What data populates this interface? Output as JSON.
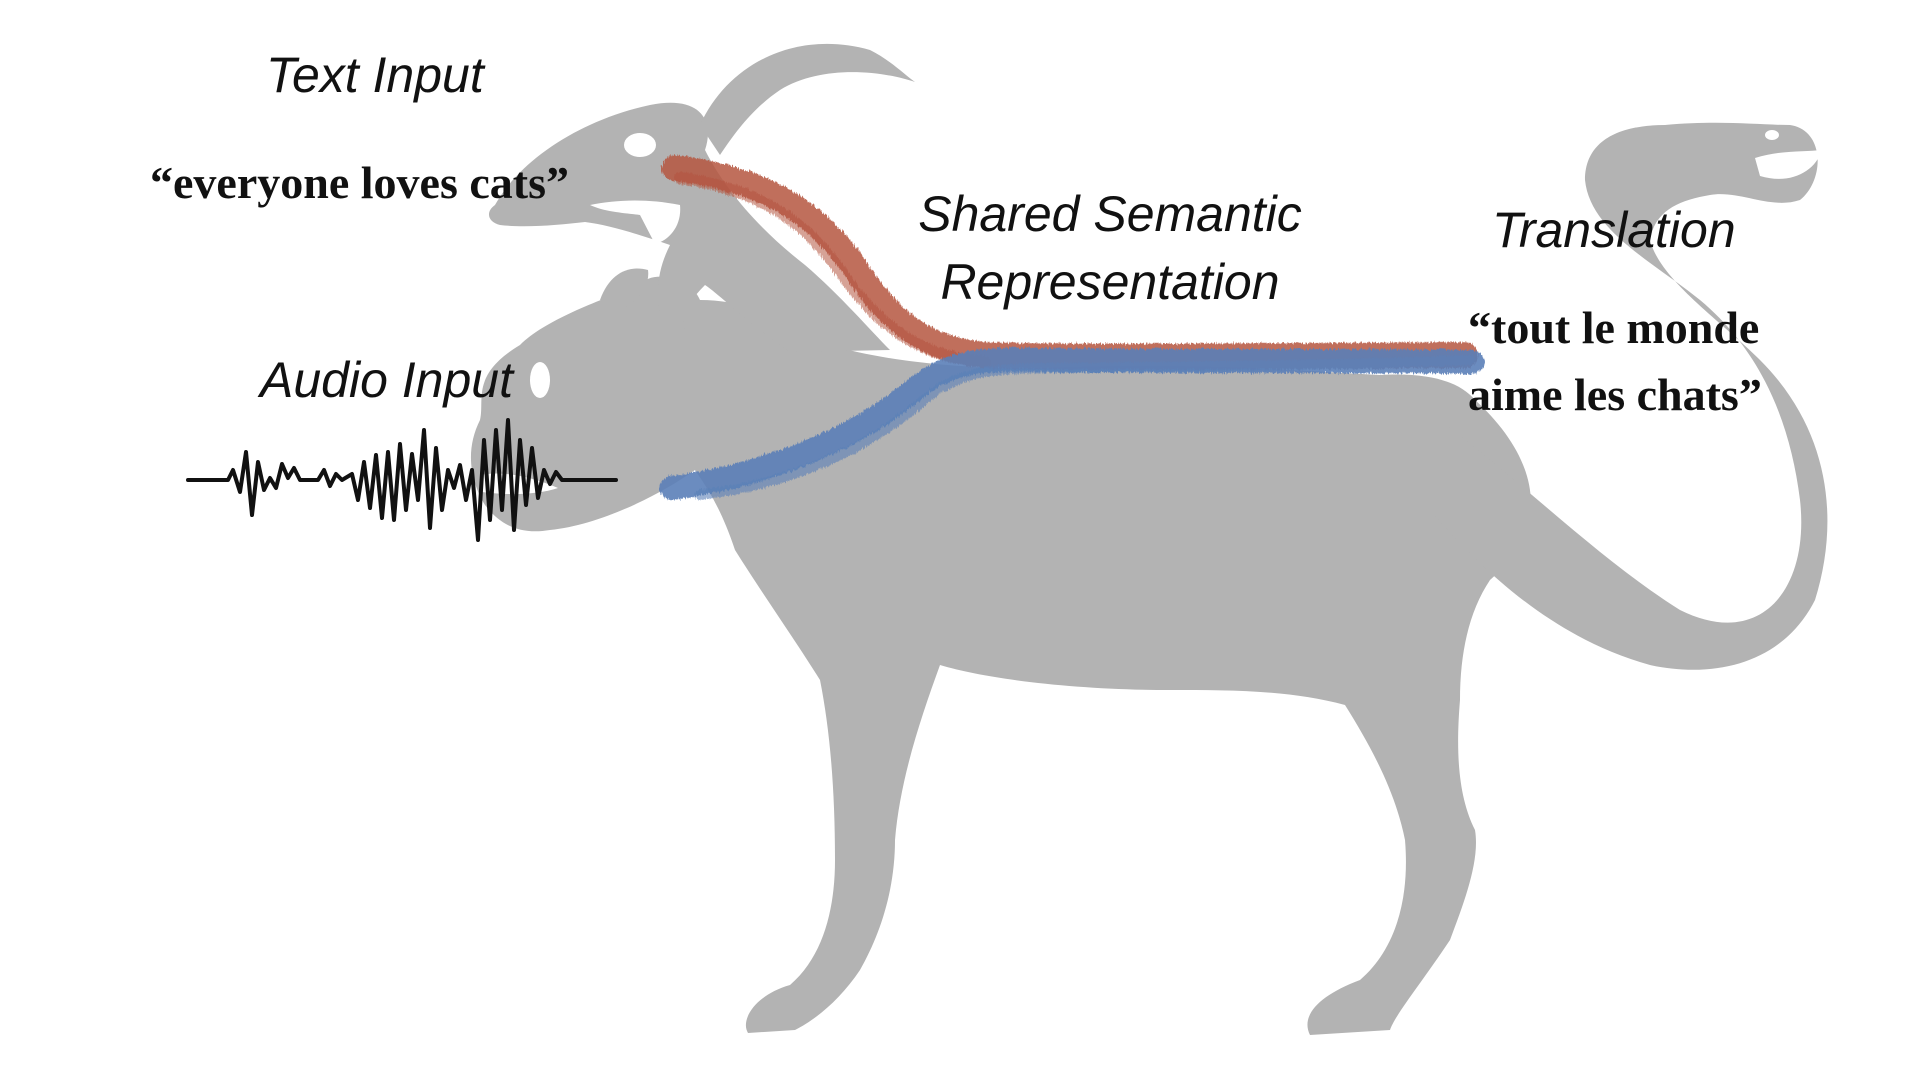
{
  "labels": {
    "text_input_title": "Text Input",
    "text_input_quote": "“everyone loves cats”",
    "audio_input_title": "Audio Input",
    "shared_line1": "Shared Semantic",
    "shared_line2": "Representation",
    "translation_title": "Translation",
    "translation_line1": "“tout le monde",
    "translation_line2": "aime les chats”"
  },
  "colors": {
    "silhouette": "#b3b3b3",
    "text_stream": "#b5553f",
    "audio_stream": "#5b80b8",
    "waveform": "#111111"
  }
}
